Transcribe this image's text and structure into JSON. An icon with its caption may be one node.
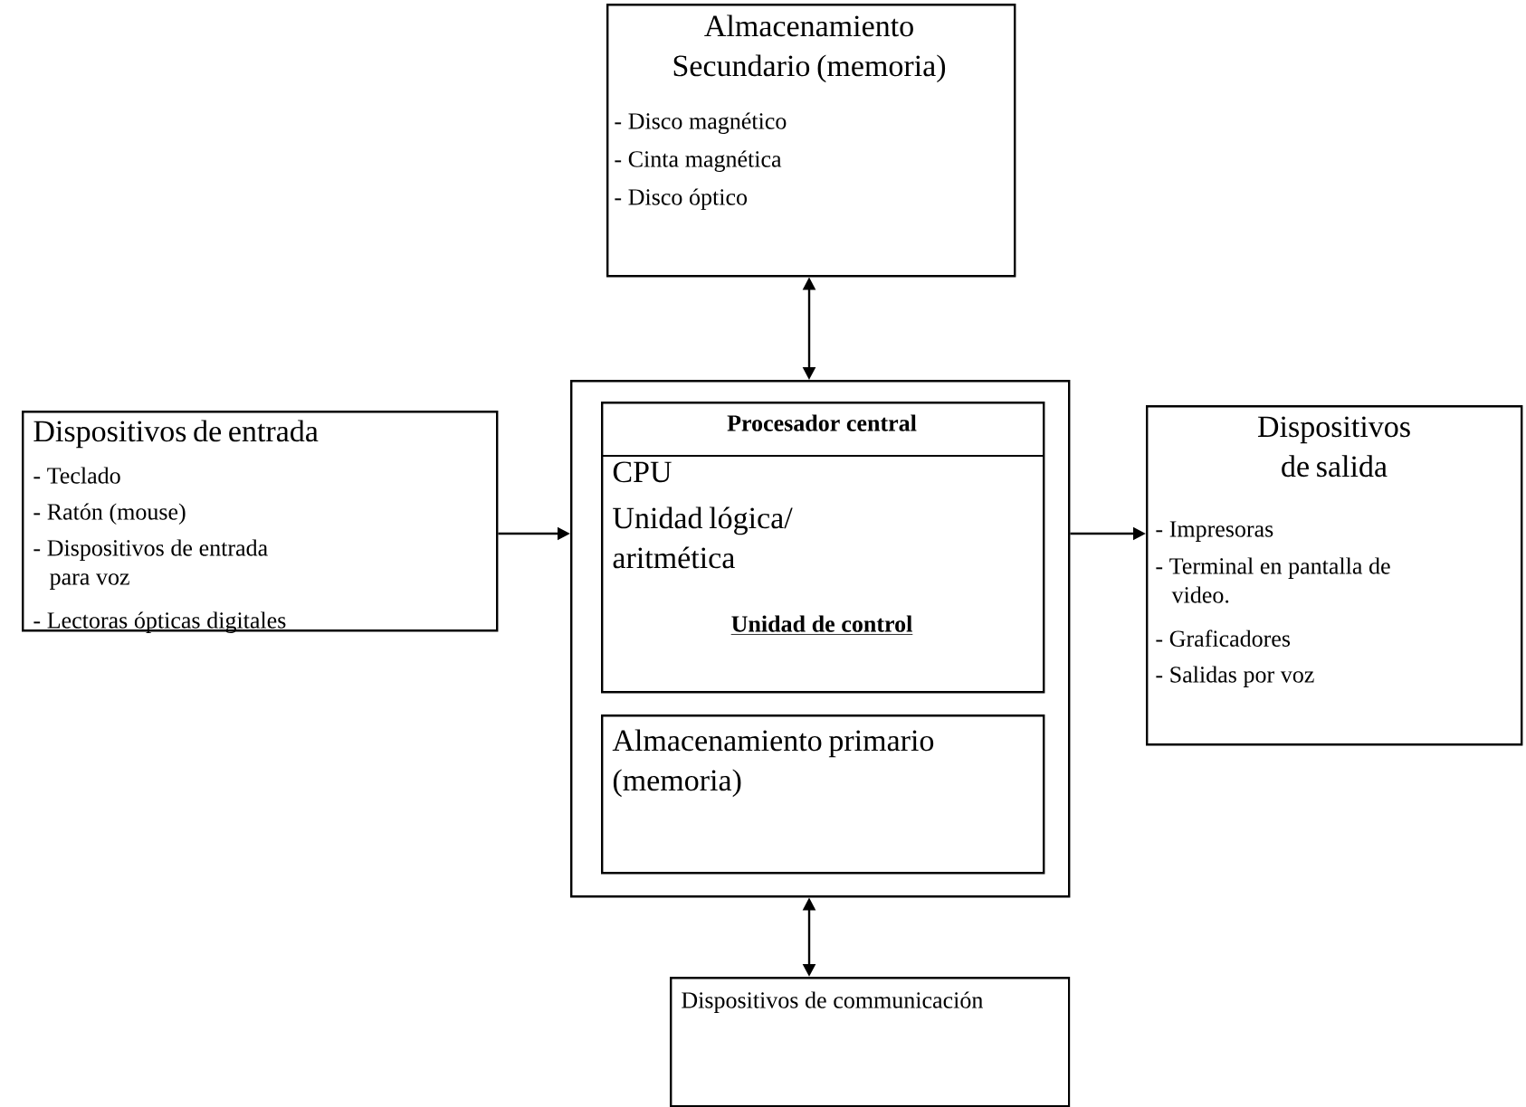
{
  "diagram": {
    "nodes": [
      {
        "text": [
          "Almacenamiento Secundario (memoria)",
          "- Disco magnético",
          "- Cinta magnética",
          "- Disco óptico"
        ]
      },
      {
        "text": [
          "Dispositivos de entrada",
          "- Teclado",
          "- Ratón (mouse)",
          "- Dispositivos de entrada para voz",
          "- Lectoras ópticas digitales"
        ]
      },
      {
        "text": [],
        "shape": "box"
      },
      {
        "text": [
          "Procesador central",
          "CPU",
          "Unidad lógica/ aritmética",
          "Unidad de control"
        ],
        "in": 2
      },
      {
        "text": [
          "Almacenamiento primario (memoria)"
        ],
        "in": 2
      },
      {
        "text": [
          "Dispositivos de salida",
          "- Impresoras",
          "- Terminal en pantalla de video.",
          "- Graficadores",
          "- Salidas por voz"
        ]
      },
      {
        "text": [
          "Dispositivos de communicación"
        ]
      }
    ],
    "edges": [
      {
        "from": 0,
        "to": 2,
        "arrow": "both"
      },
      {
        "from": 1,
        "to": 2,
        "arrow": "to"
      },
      {
        "from": 2,
        "to": 5,
        "arrow": "to"
      },
      {
        "from": 2,
        "to": 6,
        "arrow": "both"
      }
    ]
  }
}
